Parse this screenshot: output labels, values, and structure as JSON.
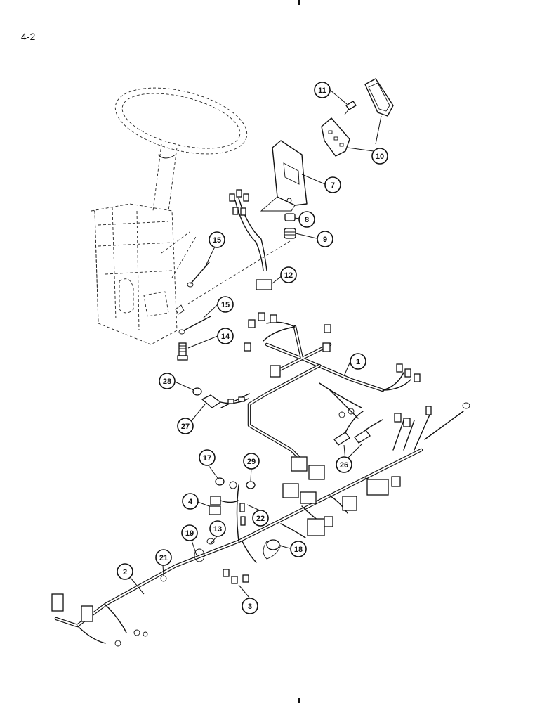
{
  "page_label": "4-2",
  "callouts": [
    {
      "label": "11",
      "name": "callout-11"
    },
    {
      "label": "10",
      "name": "callout-10"
    },
    {
      "label": "7",
      "name": "callout-7"
    },
    {
      "label": "8",
      "name": "callout-8"
    },
    {
      "label": "9",
      "name": "callout-9"
    },
    {
      "label": "15",
      "name": "callout-15-upper"
    },
    {
      "label": "12",
      "name": "callout-12"
    },
    {
      "label": "15",
      "name": "callout-15-lower"
    },
    {
      "label": "14",
      "name": "callout-14"
    },
    {
      "label": "1",
      "name": "callout-1"
    },
    {
      "label": "28",
      "name": "callout-28"
    },
    {
      "label": "27",
      "name": "callout-27"
    },
    {
      "label": "26",
      "name": "callout-26"
    },
    {
      "label": "17",
      "name": "callout-17"
    },
    {
      "label": "29",
      "name": "callout-29"
    },
    {
      "label": "4",
      "name": "callout-4"
    },
    {
      "label": "22",
      "name": "callout-22"
    },
    {
      "label": "19",
      "name": "callout-19"
    },
    {
      "label": "13",
      "name": "callout-13"
    },
    {
      "label": "18",
      "name": "callout-18"
    },
    {
      "label": "21",
      "name": "callout-21"
    },
    {
      "label": "2",
      "name": "callout-2"
    },
    {
      "label": "3",
      "name": "callout-3"
    }
  ]
}
